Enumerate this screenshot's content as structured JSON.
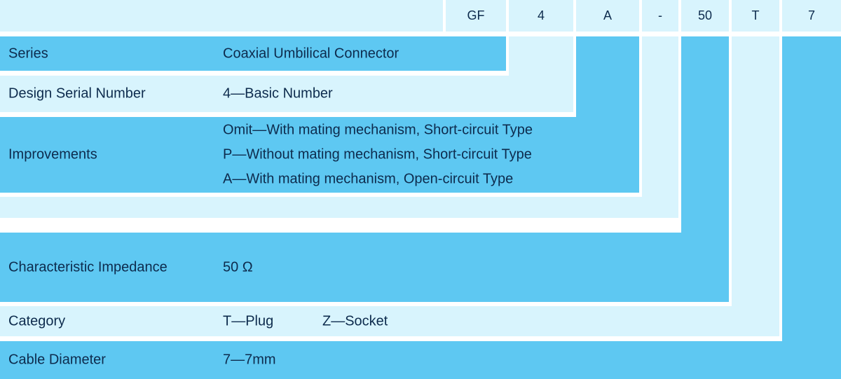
{
  "colors": {
    "dark_row": "#5ec8f2",
    "light_row": "#d8f4fd",
    "text": "#0d2b4d"
  },
  "part_number": {
    "codes": [
      "GF",
      "4",
      "A",
      "-",
      "50",
      "T",
      "7"
    ]
  },
  "rows": {
    "series": {
      "label": "Series",
      "value": "Coaxial Umbilical Connector"
    },
    "design_serial_number": {
      "label": "Design Serial Number",
      "value": "4—Basic Number"
    },
    "improvements": {
      "label": "Improvements",
      "lines": [
        "Omit—With mating mechanism, Short-circuit Type",
        "P—Without mating mechanism, Short-circuit Type",
        "A—With mating mechanism, Open-circuit Type"
      ]
    },
    "characteristic_impedance": {
      "label": "Characteristic Impedance",
      "value": "50 Ω"
    },
    "category": {
      "label": "Category",
      "plug": "T—Plug",
      "socket": "Z—Socket"
    },
    "cable_diameter": {
      "label": "Cable Diameter",
      "value": "7—7mm"
    }
  }
}
